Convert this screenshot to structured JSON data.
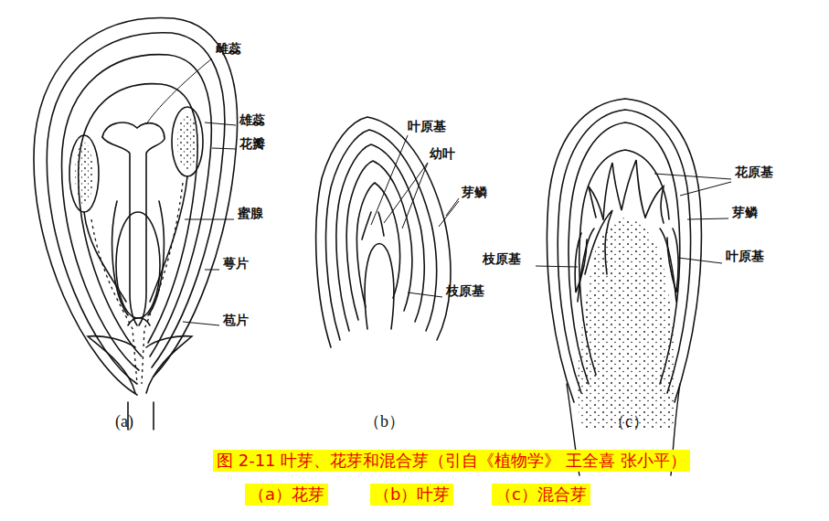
{
  "diagram": {
    "caption": "图 2-11 叶芽、花芽和混合芽（引自《植物学》 王全喜 张小平）",
    "labels": [
      "雌蕊",
      "雄蕊",
      "花瓣",
      "蜜腺",
      "萼片",
      "苞片",
      "叶原基",
      "幼叶",
      "芽鳞",
      "枝原基",
      "花原基",
      "芽鳞",
      "叶原基",
      "枝原基",
      "(a)",
      "（b）",
      "（c）",
      "（a）花芽",
      "（b）叶芽",
      "（c）混合芽"
    ]
  }
}
